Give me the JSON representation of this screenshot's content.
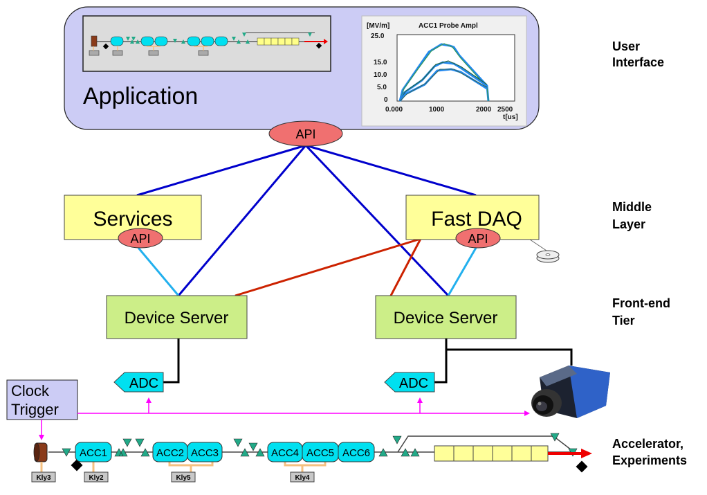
{
  "layers": {
    "user_interface": [
      "User",
      "Interface"
    ],
    "middle_layer": [
      "Middle",
      "Layer"
    ],
    "frontend_tier": [
      "Front-end",
      "Tier"
    ],
    "accelerator": [
      "Accelerator,",
      "Experiments"
    ]
  },
  "application": {
    "label": "Application",
    "api": "API"
  },
  "plot": {
    "title": "ACC1 Probe Ampl",
    "unit": "[MV/m]",
    "x_unit": "t[us]",
    "y_ticks": [
      "25.0",
      "15.0",
      "10.0",
      "5.0",
      "0"
    ],
    "x_ticks": [
      "0.000",
      "1000",
      "2000",
      "2500"
    ]
  },
  "services": {
    "label": "Services",
    "api": "API"
  },
  "fast_daq": {
    "label": "Fast DAQ",
    "api": "API"
  },
  "device_servers": [
    "Device Server",
    "Device Server"
  ],
  "adcs": [
    "ADC",
    "ADC"
  ],
  "clock_trigger": [
    "Clock",
    "Trigger"
  ],
  "beamline": {
    "cavities": [
      "ACC1",
      "ACC2",
      "ACC3",
      "ACC4",
      "ACC5",
      "ACC6"
    ],
    "klystrons": [
      "Kly3",
      "Kly2",
      "Kly5",
      "Kly4"
    ]
  },
  "colors": {
    "app_bg": "#ccccf5",
    "yellow_box": "#ffff99",
    "green_box": "#ccee88",
    "api_red": "#f07070",
    "cyan": "#00e0f0",
    "blue_line": "#0000cc",
    "red_line": "#cc2200",
    "light_blue": "#22b0ee",
    "magenta": "#ff00ff",
    "kly_orange": "#f5c080"
  }
}
